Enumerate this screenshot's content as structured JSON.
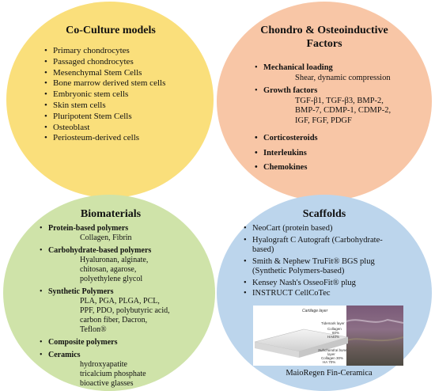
{
  "coculture": {
    "title": "Co-Culture models",
    "items": [
      "Primary chondrocytes",
      "Passaged chondrocytes",
      "Mesenchymal Stem Cells",
      "Bone marrow derived stem cells",
      "Embryonic stem cells",
      "Skin stem cells",
      "Pluripotent Stem Cells",
      "Osteoblast",
      "Periosteum-derived cells"
    ]
  },
  "factors": {
    "title_line1": "Chondro & Osteoinductive",
    "title_line2": "Factors",
    "mech": {
      "head": "Mechanical loading",
      "sub": "Shear, dynamic compression"
    },
    "growth": {
      "head": "Growth factors",
      "sub1": "TGF-β1, TGF-β3, BMP-2,",
      "sub2": "BMP-7, CDMP-1, CDMP-2,",
      "sub3": "IGF, FGF, PDGF"
    },
    "cortico": "Corticosteroids",
    "inter": "Interleukins",
    "chemo": "Chemokines"
  },
  "biomaterials": {
    "title": "Biomaterials",
    "protein": {
      "head": "Protein-based polymers",
      "sub1": "Collagen, Fibrin"
    },
    "carb": {
      "head": "Carbohydrate-based polymers",
      "sub1": "Hyaluronan, alginate,",
      "sub2": "chitosan, agarose,",
      "sub3": "polyethylene glycol"
    },
    "synthetic": {
      "head": "Synthetic Polymers",
      "sub1": "PLA, PGA, PLGA, PCL,",
      "sub2": "PPF, PDO, polybutyric acid,",
      "sub3": "carbon fiber, Dacron,",
      "sub4": "Teflon®"
    },
    "composite": {
      "head": "Composite polymers"
    },
    "ceramics": {
      "head": "Ceramics",
      "sub1": "hydroxyapatite",
      "sub2": "tricalcium phosphate",
      "sub3": "bioactive glasses"
    }
  },
  "scaffolds": {
    "title": "Scaffolds",
    "item1": "NeoCart (protein based)",
    "item2a": "Hyalograft C Autograft (Carbohydrate-",
    "item2b": "based)",
    "item3a": "Smith & Nephew TruFit® BGS plug",
    "item3b": "(Synthetic Polymers-based)",
    "item4": "Kensey Nash's OsseoFit® plug",
    "item5": "INSTRUCT CellCoTec",
    "img_label_cartilage": "Cartilage layer",
    "img_label_tidemark": "Tidemark layer",
    "img_label_collagen": "Collagen",
    "img_label_pct1": "60%",
    "img_label_ha": "HA",
    "img_label_pct2": "40%",
    "img_label_sub1": "Subchondral bone",
    "img_label_sub2": "layer",
    "img_label_sub3": "Collagen 30%",
    "img_label_sub4": "HA 70%",
    "caption": "MaioRegen Fin-Ceramica"
  }
}
